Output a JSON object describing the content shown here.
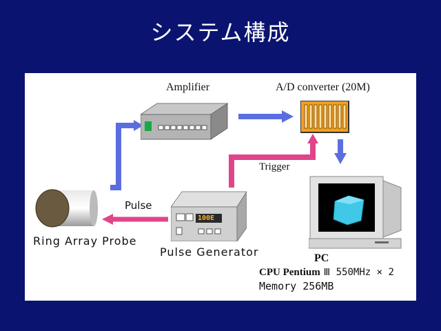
{
  "slide": {
    "title": "システム構成"
  },
  "labels": {
    "amplifier": "Amplifier",
    "ad_converter": "A/D converter (20M)",
    "trigger": "Trigger",
    "pulse": "Pulse",
    "probe": "Ring Array Probe",
    "pulse_generator": "Pulse Generator",
    "pc": "PC",
    "pc_cpu_prefix": "CPU Pentium",
    "pc_cpu_suffix": "Ⅲ 550MHz × 2",
    "pc_memory": "Memory 256MB",
    "generator_display": "100E"
  },
  "colors": {
    "background": "#0a1470",
    "arrow_blue": "#5b6ee0",
    "arrow_pink": "#e0458a",
    "ad_orange": "#f0a020",
    "pc_screen_cube": "#40c8e8"
  }
}
